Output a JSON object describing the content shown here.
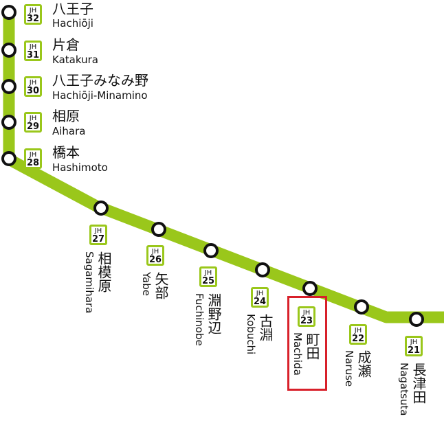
{
  "line_color": "#9ac71b",
  "highlight_color": "#d8202a",
  "line_code": "JH",
  "stations_top": [
    {
      "code": "32",
      "ja": "八王子",
      "en": "Hachiōji"
    },
    {
      "code": "31",
      "ja": "片倉",
      "en": "Katakura"
    },
    {
      "code": "30",
      "ja": "八王子みなみ野",
      "en": "Hachiōji-Minamino"
    },
    {
      "code": "29",
      "ja": "相原",
      "en": "Aihara"
    },
    {
      "code": "28",
      "ja": "橋本",
      "en": "Hashimoto"
    }
  ],
  "stations_diag": [
    {
      "code": "27",
      "ja": "相模原",
      "en": "Sagamihara"
    },
    {
      "code": "26",
      "ja": "矢部",
      "en": "Yabe"
    },
    {
      "code": "25",
      "ja": "淵野辺",
      "en": "Fuchinobe"
    },
    {
      "code": "24",
      "ja": "古淵",
      "en": "Kobuchi"
    },
    {
      "code": "23",
      "ja": "町田",
      "en": "Machida"
    },
    {
      "code": "22",
      "ja": "成瀬",
      "en": "Naruse"
    },
    {
      "code": "21",
      "ja": "長津田",
      "en": "Nagatsuta"
    }
  ],
  "highlighted_station": "23"
}
